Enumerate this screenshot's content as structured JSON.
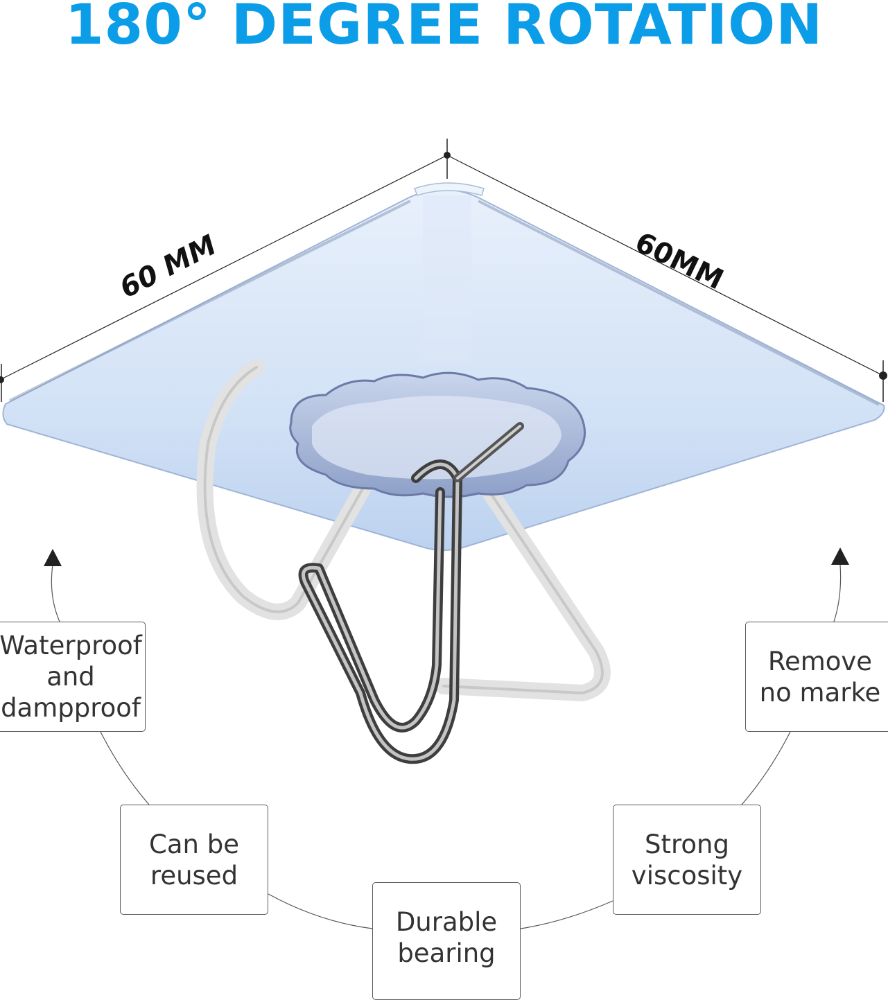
{
  "headline": "180° DEGREE ROTATION",
  "dimensions": {
    "left": "60 MM",
    "right": "60MM"
  },
  "features": {
    "waterproof": "Waterproof\nand\ndampproof",
    "reuse": "Can be\nreused",
    "durable": "Durable\nbearing",
    "strong": "Strong\nviscosity",
    "remove": "Remove\nno marke"
  },
  "colors": {
    "headline": "#0b9de8",
    "pad": "#cfe0f5",
    "hook_metal": "#6e6e6e",
    "hook_ghost": "#e4e4e4"
  }
}
